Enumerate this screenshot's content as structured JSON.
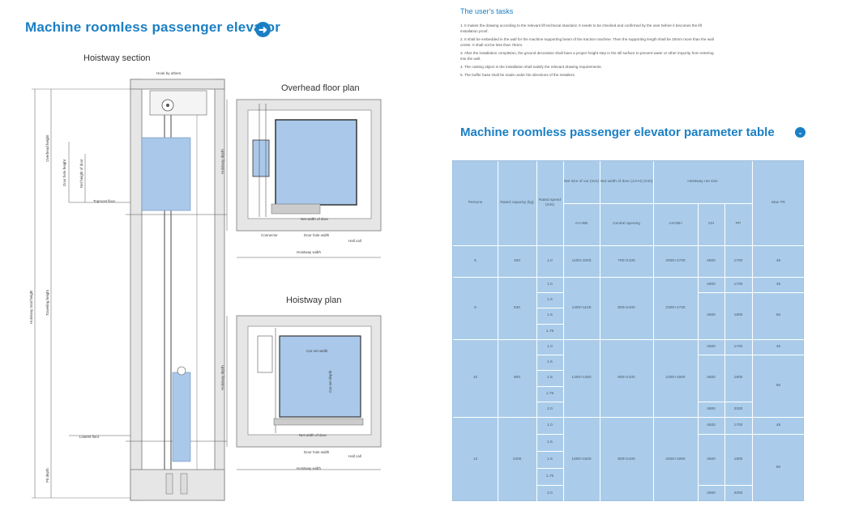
{
  "page_title": "Machine roomless passenger elevator",
  "drawings": {
    "hoistway_section": {
      "title": "Hoistway section",
      "labels": {
        "hook": "Hook by others",
        "overhead_height": "Overhead height",
        "door_hole_height": "Door hole height",
        "net_height_door": "Net height of door",
        "topmost_floor": "Topmost floor",
        "hoistway_total_height": "Hoistway total height",
        "traveling_height": "Traveling height",
        "lowest_floor": "Lowest floor",
        "pit_depth": "Pit depth"
      }
    },
    "overhead_plan": {
      "title": "Overhead floor plan",
      "labels": {
        "hoistway_depth": "Hoistway depth",
        "net_width_door": "Net width of door",
        "door_hole_width": "Door hole width",
        "connector": "Connector",
        "hall_call": "Hall call",
        "hoistway_width": "Hoistway width"
      }
    },
    "hoistway_plan": {
      "title": "Hoistway plan",
      "labels": {
        "car_net_width": "Car net width",
        "car_net_depth": "Car net depth",
        "hoistway_depth": "Hoistway depth",
        "net_width_door": "Net width of door",
        "door_hole_width": "Door hole width",
        "hall_call": "Hall call",
        "hoistway_width": "Hoistway width"
      }
    }
  },
  "tasks": {
    "title": "The user's tasks",
    "items": [
      "1. It makes the drawing according to the relevant lift technical standard. It needs to be checked and confirmed by the user before it becomes the lift installation proof.",
      "2. It shall be embedded in the wall for the machine supporting beam of the traction machine. Then the supporting length shall be 20mm more than the wall center. It shall not be less than 75mm.",
      "3. After the installation completion, the ground decoration shall have a proper height step in the sill surface to prevent water or other impurity from entering into the well.",
      "4. The casting object in the installation shall satisfy the relevant drawing requirements.",
      "5. The buffer base shall be made under the directions of the installers."
    ]
  },
  "param_table": {
    "title": "Machine roomless passenger elevator parameter table",
    "headers": {
      "persons": "Persons",
      "rated_capacity": "Rated capacity (kg)",
      "rated_speed": "Rated speed (m/s)",
      "car_size": "Net size of car (mm)",
      "car_size_sub": "AA×BB",
      "door_width": "Net width of door (JJ×H) (mm)",
      "door_width_sub": "Central opening",
      "hoistway_size": "Hoistway net size",
      "hoistway_sub": "AH×BH",
      "oh": "OH",
      "pp": "PP",
      "max_tr": "Max TR"
    },
    "groups": [
      {
        "persons": "5",
        "capacity": "400",
        "car": "1100×1000",
        "door": "700×2100",
        "hoistway": "2000×1700",
        "speeds": [
          "1.0"
        ],
        "oh": [
          "4500"
        ],
        "pp": [
          "1700"
        ],
        "tr": [
          "45"
        ]
      },
      {
        "persons": "8",
        "capacity": "630",
        "car": "1400×1100",
        "door": "800×2100",
        "hoistway": "2300×1700",
        "speeds": [
          "1.0",
          "1.5",
          "1.6",
          "1.75"
        ],
        "oh": [
          "4600",
          "4500"
        ],
        "pp": [
          "1700",
          "1800"
        ],
        "tr": [
          "45",
          "60"
        ]
      },
      {
        "persons": "10",
        "capacity": "800",
        "car": "1400×1350",
        "door": "800×2100",
        "hoistway": "2300×1800",
        "speeds": [
          "1.0",
          "1.5",
          "1.6",
          "1.75",
          "2.0"
        ],
        "oh": [
          "4600",
          "4500",
          "4800"
        ],
        "pp": [
          "1700",
          "1800",
          "2000"
        ],
        "tr": [
          "45",
          "60"
        ]
      },
      {
        "persons": "13",
        "capacity": "1000",
        "car": "1600×1500",
        "door": "900×2100",
        "hoistway": "2500×1950",
        "speeds": [
          "1.0",
          "1.5",
          "1.6",
          "1.75",
          "2.0"
        ],
        "oh": [
          "4500",
          "4500",
          "4800"
        ],
        "pp": [
          "1700",
          "1800",
          "2000"
        ],
        "tr": [
          "45",
          "60"
        ]
      }
    ]
  },
  "colors": {
    "accent": "#1a7fc4",
    "table_bg": "#aaccea",
    "car_fill": "#a9c8ea",
    "wall": "#e6e6e6"
  }
}
